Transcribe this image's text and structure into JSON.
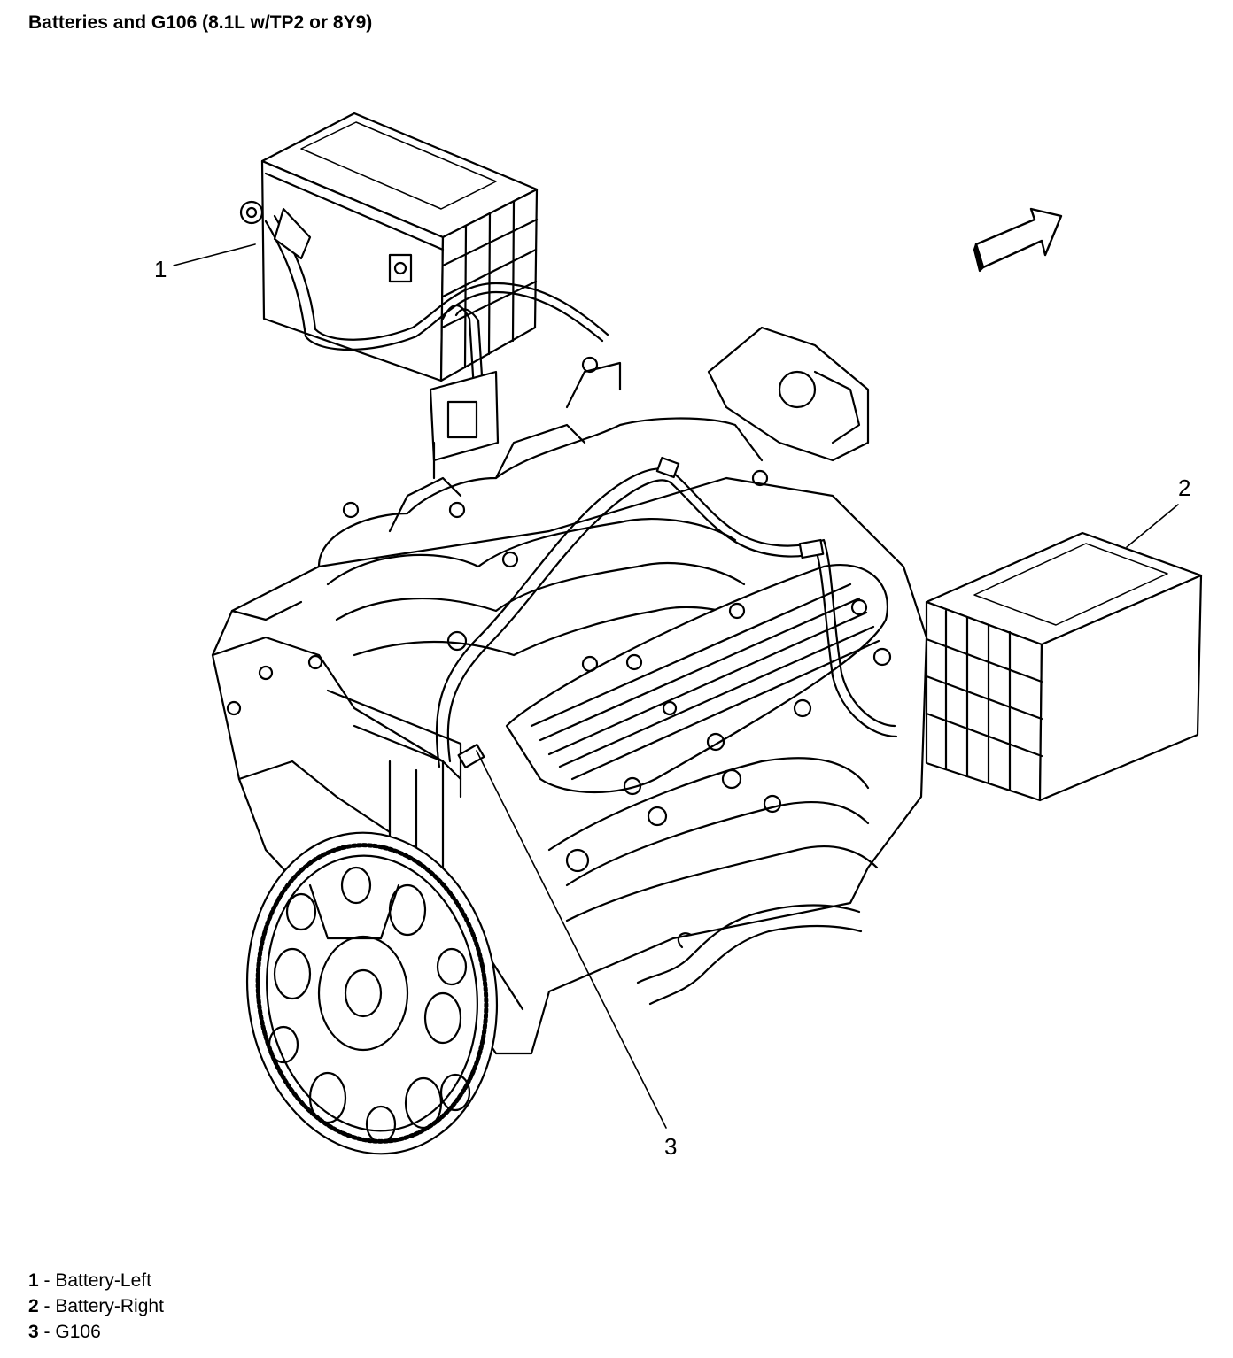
{
  "title": "Batteries and G106 (8.1L w/TP2 or 8Y9)",
  "callouts": [
    {
      "number": "1",
      "label": "Battery-Left"
    },
    {
      "number": "2",
      "label": "Battery-Right"
    },
    {
      "number": "3",
      "label": "G106"
    }
  ],
  "legend_separator": "-",
  "icons": {
    "direction_arrow": "forward-arrow-icon"
  },
  "colors": {
    "line": "#000000",
    "background": "#ffffff"
  }
}
